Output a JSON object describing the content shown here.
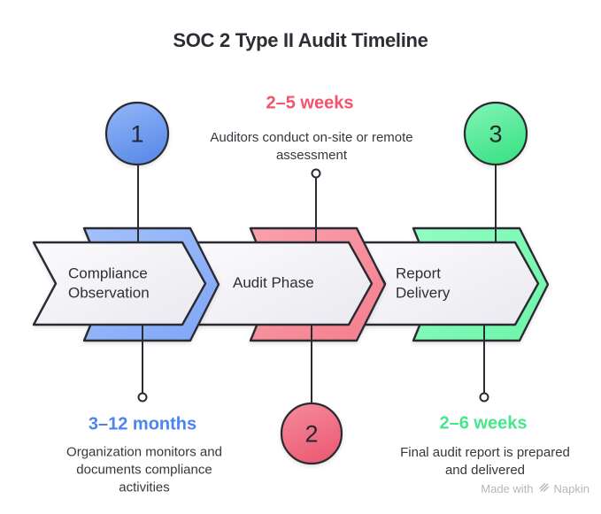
{
  "title": "SOC 2 Type II Audit Timeline",
  "steps": [
    {
      "number": "1",
      "label": "Compliance Observation",
      "duration": "3–12 months",
      "description": "Organization monitors and documents compliance activities",
      "accent": "#4b84f1"
    },
    {
      "number": "2",
      "label": "Audit Phase",
      "duration": "2–5 weeks",
      "description": "Auditors conduct on-site or remote assessment",
      "accent": "#f3536b"
    },
    {
      "number": "3",
      "label": "Report Delivery",
      "duration": "2–6 weeks",
      "description": "Final audit report is prepared and delivered",
      "accent": "#45e78c"
    }
  ],
  "footer": {
    "made_with": "Made with",
    "brand": "Napkin",
    "logo_icon": "napkin-zigzag-icon"
  },
  "colors": {
    "outline": "#2b2b33",
    "background": "#ffffff",
    "arrow_fill_light": "#fbfafc",
    "arrow_fill_dark": "#eae9ef",
    "blue_band_light": "#a4c0fa",
    "blue_band_dark": "#7ea6f6",
    "red_band_light": "#f9a1ac",
    "red_band_dark": "#f47e8d",
    "green_band_light": "#92fcc3",
    "green_band_dark": "#6cf5a9",
    "blue_circle_light": "#93b7f7",
    "blue_circle_dark": "#5e8eea",
    "red_circle_light": "#f68b9c",
    "red_circle_dark": "#ec5f77",
    "green_circle_light": "#83f5b7",
    "green_circle_dark": "#42e389"
  }
}
